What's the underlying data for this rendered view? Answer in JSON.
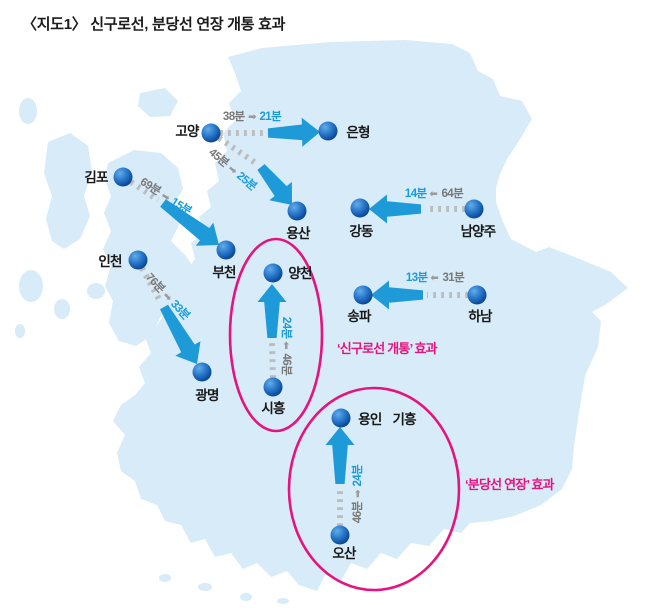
{
  "title": "〈지도1〉 신구로선, 분당선 연장 개통 효과",
  "icons": {
    "arrow_right": "➡"
  },
  "cities": [
    "고양",
    "은형",
    "김포",
    "용산",
    "강동",
    "남양주",
    "인천",
    "부천",
    "양천",
    "송파",
    "하남",
    "광명",
    "시흥",
    "용인 기흥",
    "오산"
  ],
  "routes": [
    {
      "from": "고양",
      "to": "은형",
      "old": "38분",
      "new": "21분"
    },
    {
      "from": "고양",
      "to": "용산",
      "old": "45분",
      "new": "25분"
    },
    {
      "from": "김포",
      "to": "부천",
      "old": "69분",
      "new": "15분"
    },
    {
      "from": "남양주",
      "to": "강동",
      "old": "64분",
      "new": "14분"
    },
    {
      "from": "인천",
      "to": "광명",
      "old": "76분",
      "new": "33분"
    },
    {
      "from": "하남",
      "to": "송파",
      "old": "31분",
      "new": "13분"
    },
    {
      "from": "시흥",
      "to": "양천",
      "old": "46분",
      "new": "24분"
    },
    {
      "from": "오산",
      "to": "용인 기흥",
      "old": "46분",
      "new": "24분"
    }
  ],
  "effects": [
    "‘신구로선 개통’ 효과",
    "‘분당선 연장’ 효과"
  ],
  "colors": {
    "map": "#d7ebf8",
    "arrow": "#1e9ad8",
    "old_time": "#787878",
    "new_time": "#1a9cdc",
    "pink": "#e6137f",
    "dash": "#bcbcbc"
  }
}
